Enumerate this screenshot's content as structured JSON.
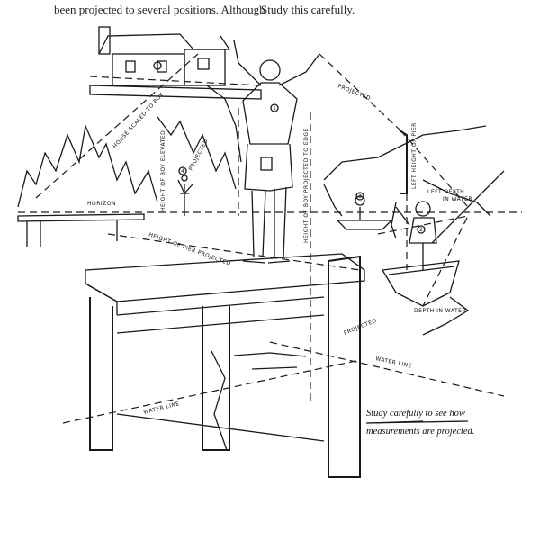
{
  "page": {
    "caption_left": "been projected to several positions. Although",
    "caption_right": "Study this carefully."
  },
  "illustration": {
    "labels": {
      "house_scaled": "HOUSE SCALED TO BOY",
      "height_elevated": "HEIGHT OF BOY ELEVATED",
      "projected_small": "PROJECTED",
      "horizon": "HORIZON",
      "height_pier_projected": "HEIGHT OF PIER PROJECTED",
      "height_boy_edge": "HEIGHT OF BOY PROJECTED TO EDGE",
      "projected_top": "PROJECTED",
      "left_height_pier": "LEFT HEIGHT OF PIER",
      "left_depth_1": "LEFT DEPTH",
      "left_depth_2": "IN WATER",
      "depth_in_water": "DEPTH IN WATER",
      "projected_water": "PROJECTED",
      "water_line_right": "WATER LINE",
      "water_line_left": "WATER LINE"
    },
    "figure_numbers": [
      "1",
      "2",
      "3",
      "4",
      "1"
    ],
    "note_line1": "Study carefully to see how",
    "note_line2": "measurements are projected."
  }
}
